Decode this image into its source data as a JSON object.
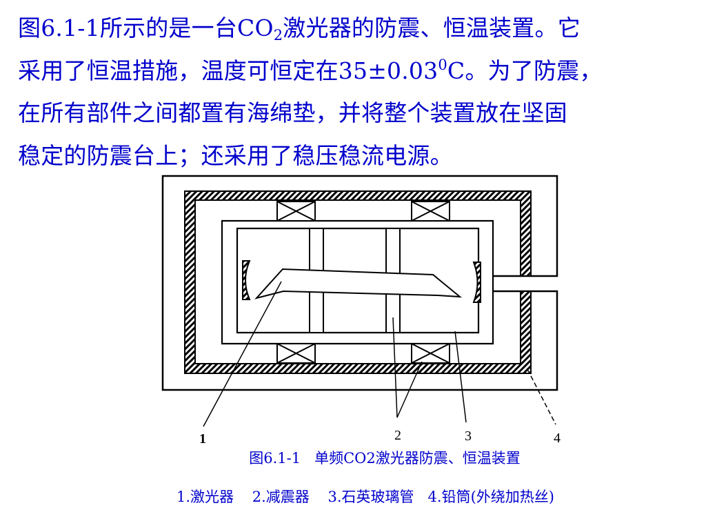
{
  "description": {
    "line1_pre": "图6.1-1所示的是一台CO",
    "line1_sub": "2",
    "line1_post": "激光器的防震、恒温装置。它",
    "line2_pre": "采用了恒温措施，温度可恒定在35±0.03",
    "line2_sup": "0",
    "line2_post": "C。为了防震，",
    "line3": "在所有部件之间都置有海绵垫，并将整个装置放在坚固",
    "line4": "稳定的防震台上；还采用了稳压稳流电源。"
  },
  "figure": {
    "labels": {
      "l1": "1",
      "l2": "2",
      "l3": "3",
      "l4": "4"
    },
    "caption_title": "图6.1-1   单频CO2激光器防震、恒温装置",
    "caption_legend": "1.激光器    2.减震器    3.石英玻璃管   4.铅筒(外绕加热丝)"
  },
  "colors": {
    "text": "#0000CC",
    "line": "#000000"
  }
}
